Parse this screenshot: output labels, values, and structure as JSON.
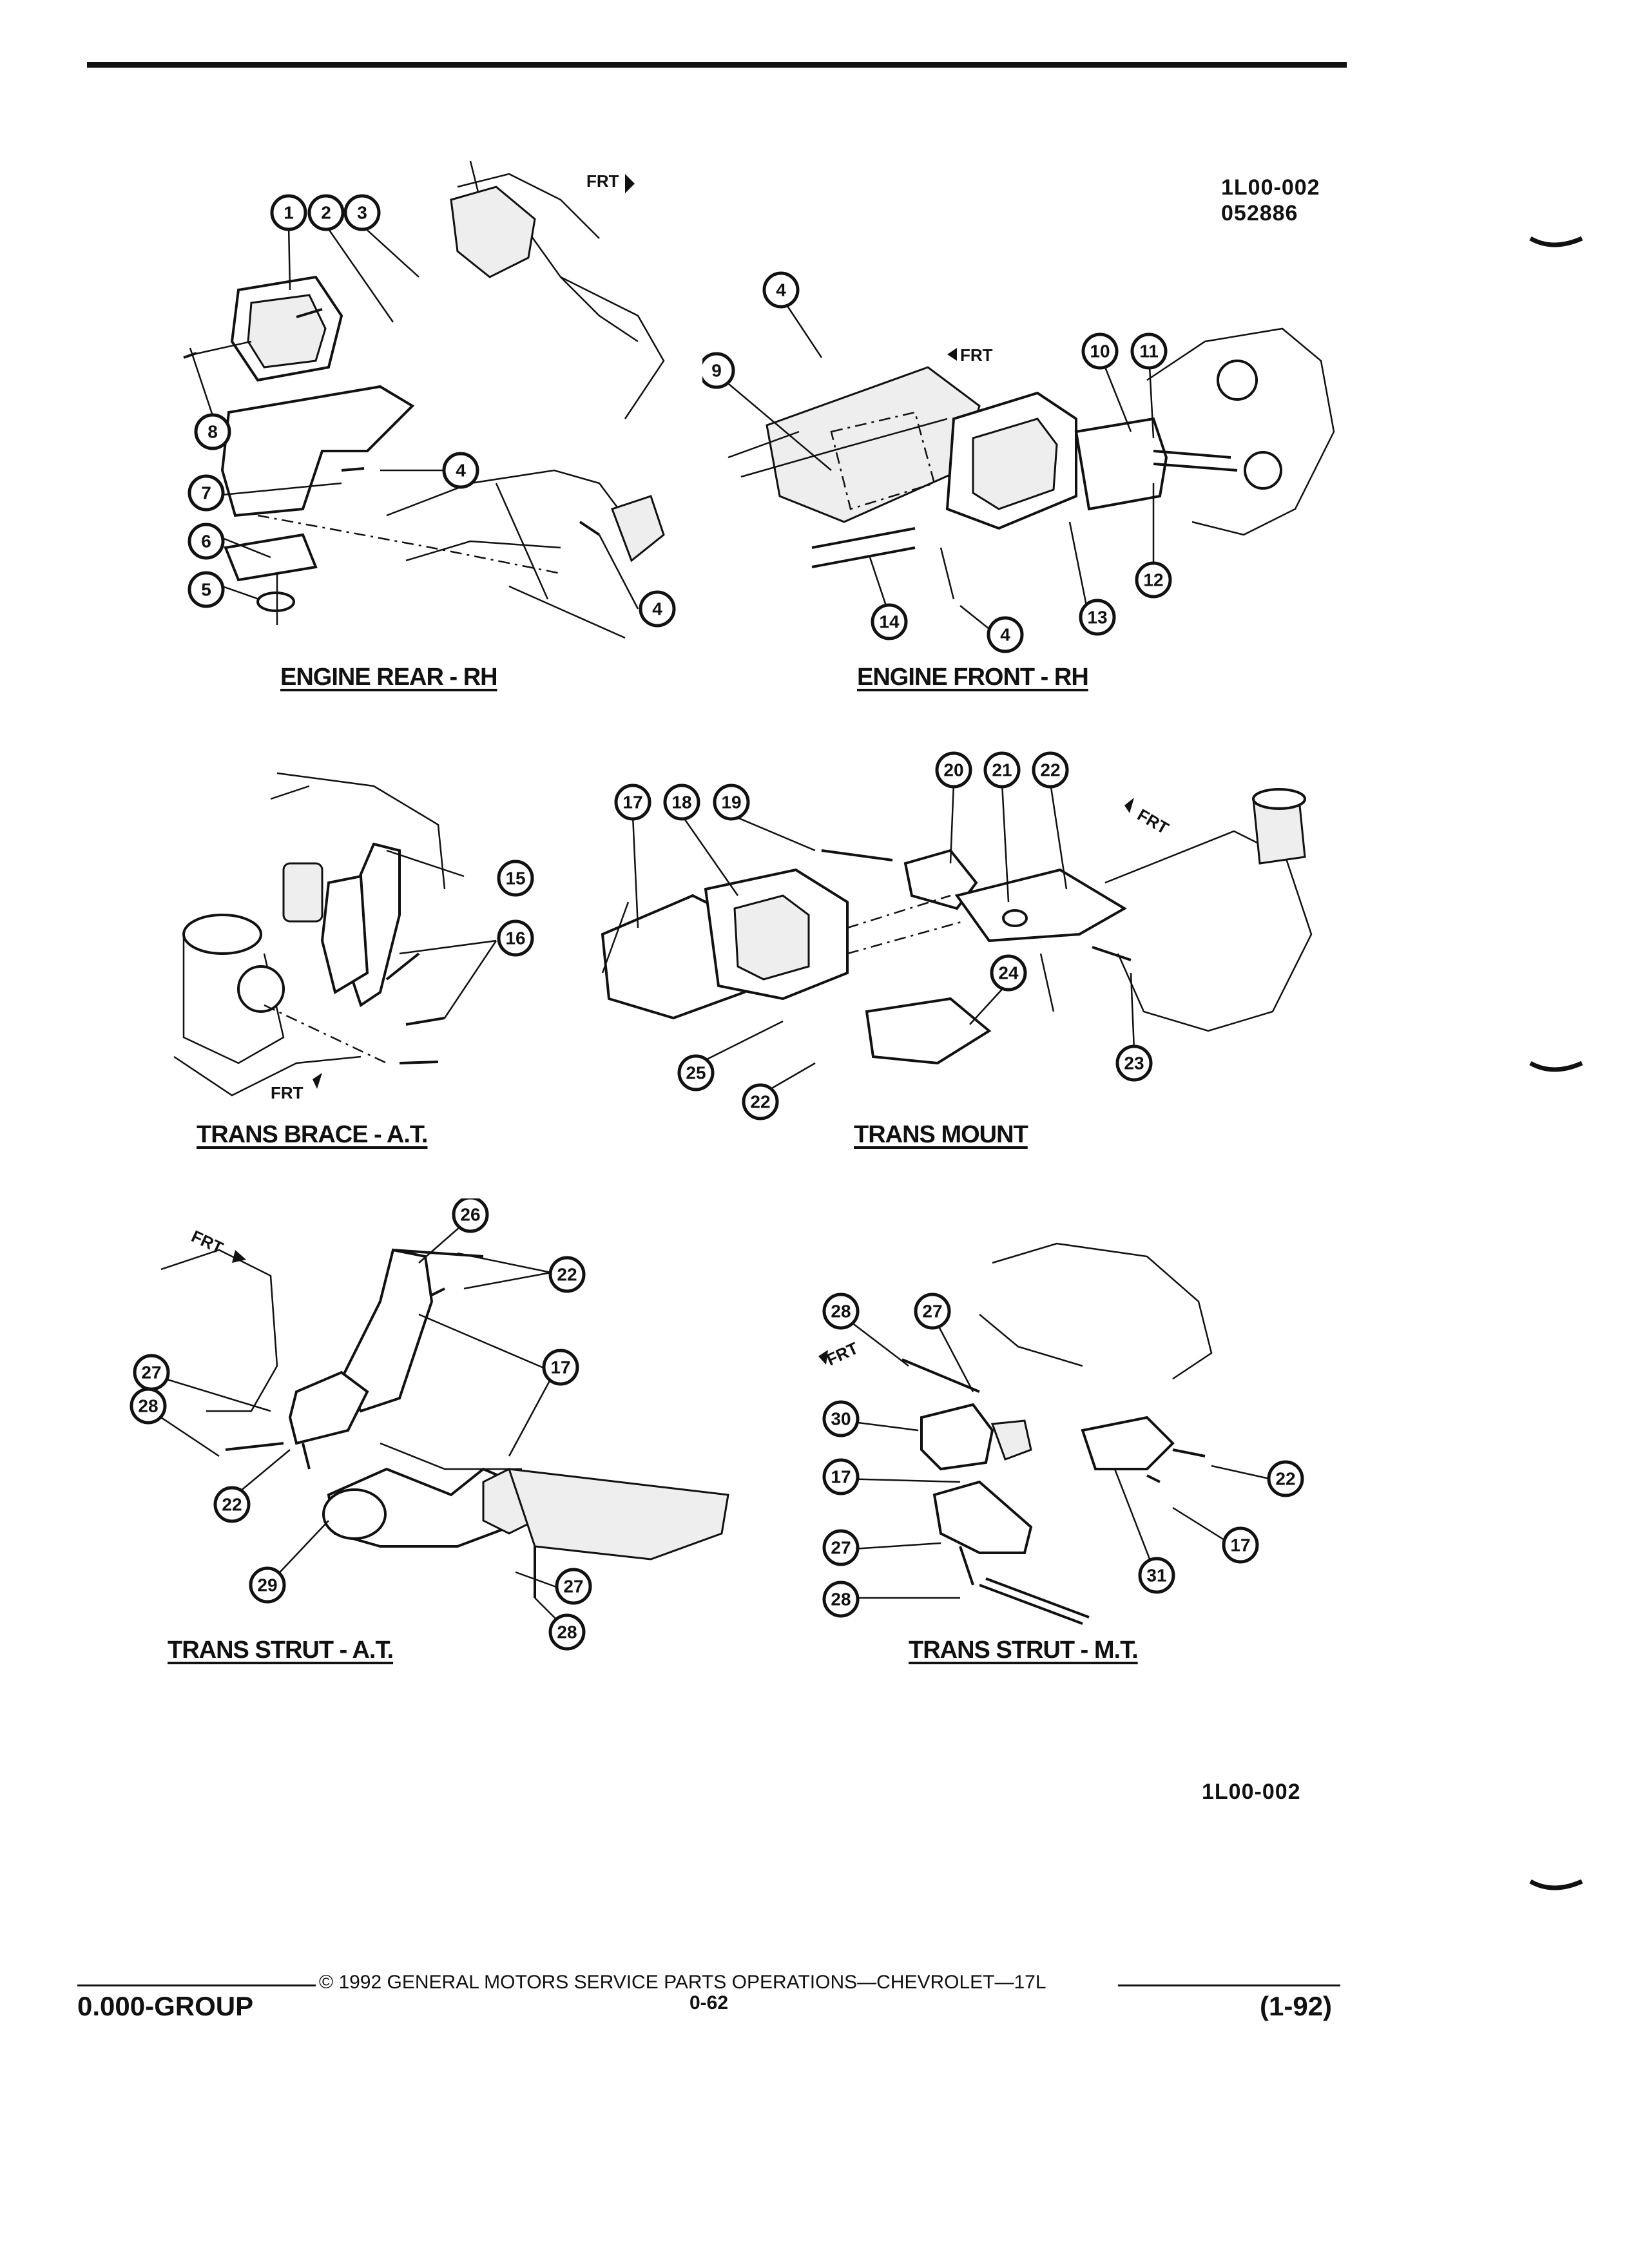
{
  "figure": {
    "code_top": "1L00-002",
    "date_code": "052886",
    "code_bottom": "1L00-002"
  },
  "panels": [
    {
      "caption": "ENGINE  REAR - RH",
      "callouts": [
        "1",
        "2",
        "3",
        "8",
        "7",
        "4",
        "6",
        "5",
        "4"
      ],
      "frt": "FRT"
    },
    {
      "caption": "ENGINE  FRONT - RH",
      "callouts": [
        "4",
        "9",
        "10",
        "11",
        "12",
        "14",
        "4",
        "13"
      ],
      "frt": "FRT"
    },
    {
      "caption": "TRANS  BRACE - A.T.",
      "callouts": [
        "15",
        "16"
      ],
      "frt": "FRT"
    },
    {
      "caption": "TRANS  MOUNT",
      "callouts": [
        "17",
        "18",
        "19",
        "20",
        "21",
        "22",
        "24",
        "23",
        "25",
        "22"
      ],
      "frt": "FRT"
    },
    {
      "caption": "TRANS  STRUT - A.T.",
      "callouts": [
        "26",
        "22",
        "17",
        "27",
        "28",
        "22",
        "29",
        "27",
        "28"
      ],
      "frt": "FRT"
    },
    {
      "caption": "TRANS  STRUT - M.T.",
      "callouts": [
        "28",
        "27",
        "30",
        "17",
        "27",
        "28",
        "22",
        "17",
        "31"
      ],
      "frt": "FRT"
    }
  ],
  "footer": {
    "copyright": "©  1992  GENERAL MOTORS SERVICE PARTS OPERATIONS—CHEVROLET—17L",
    "group": "0.000-GROUP",
    "page": "0-62",
    "revision": "(1-92)"
  }
}
